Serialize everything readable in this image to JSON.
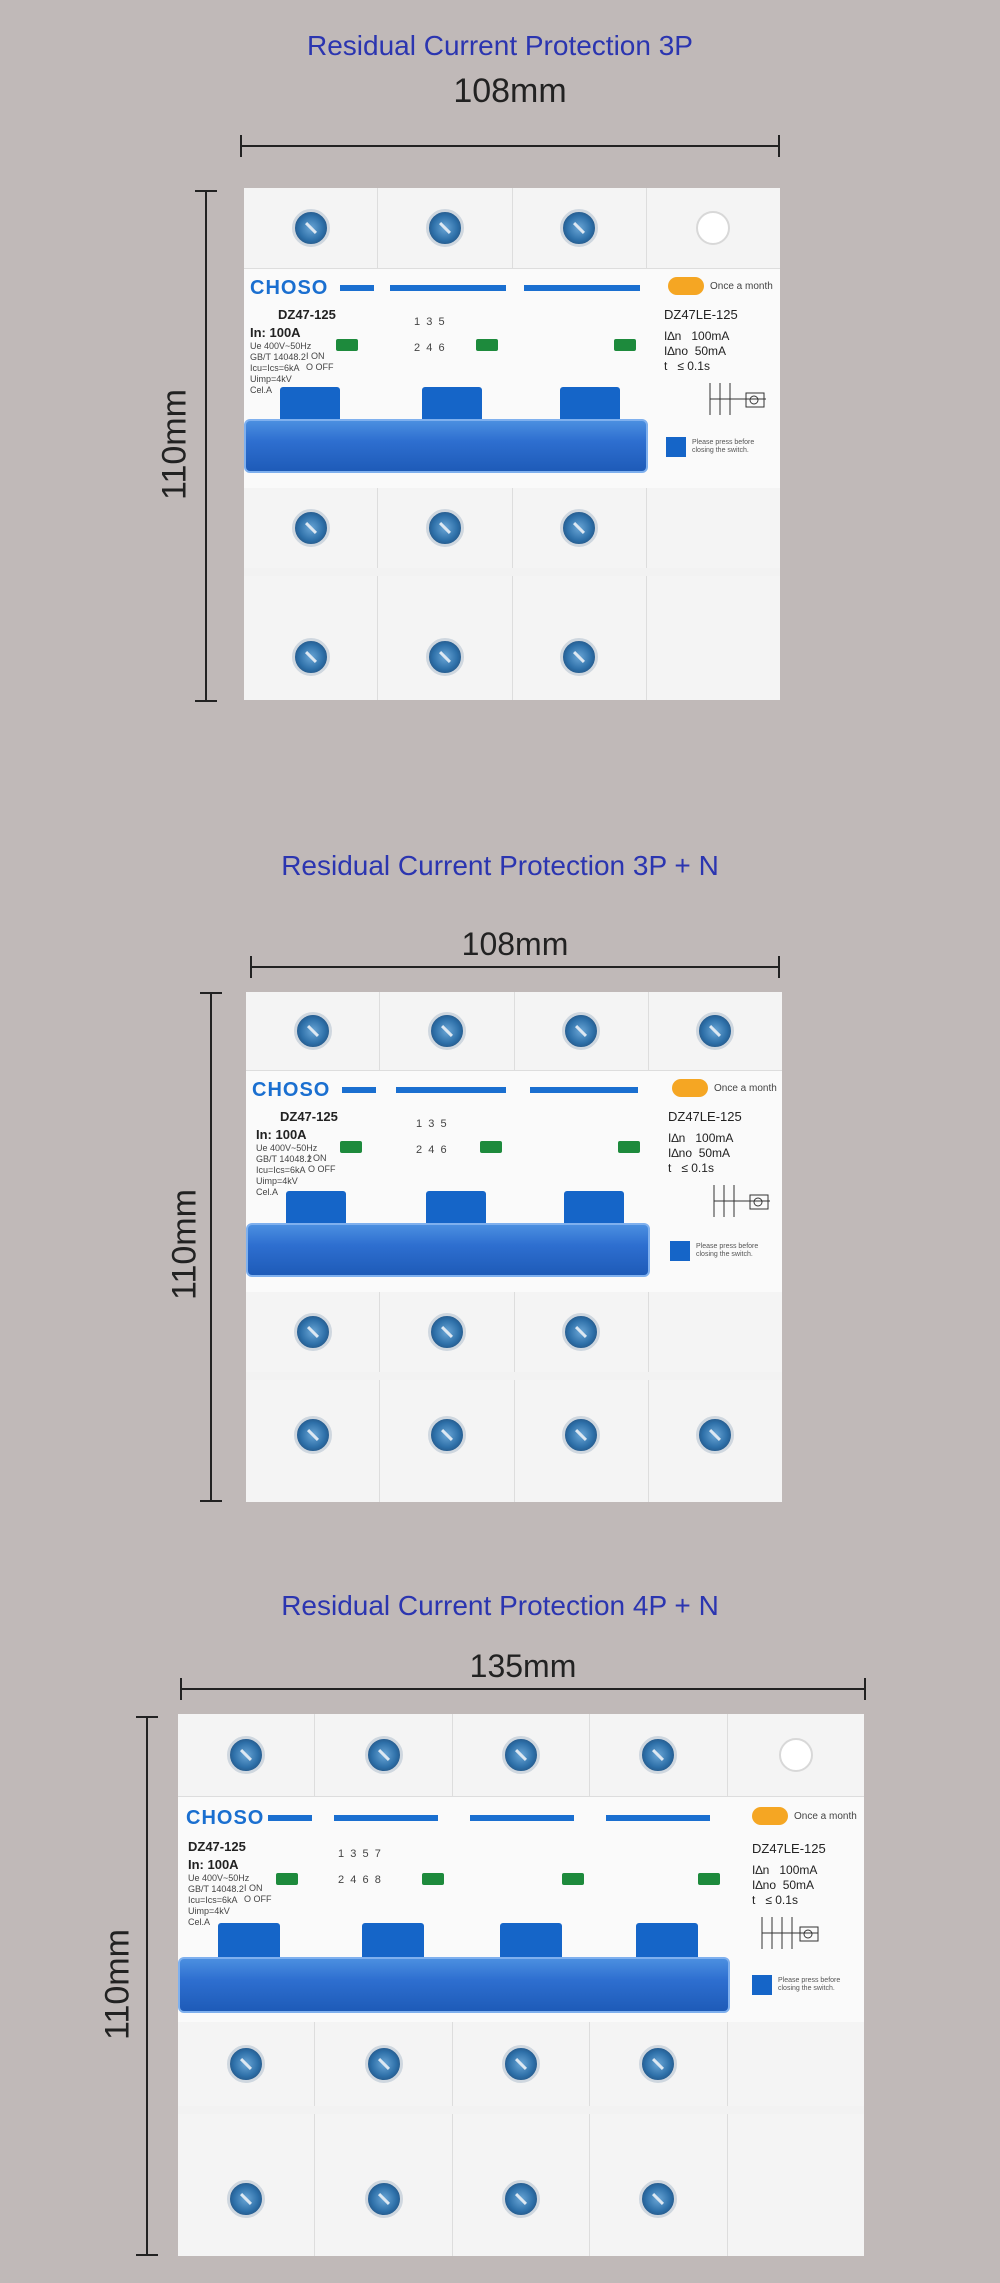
{
  "sections": [
    {
      "title": "Residual Current Protection 3P",
      "width_label": "108mm",
      "height_label": "110mm",
      "face": {
        "brand": "CHOSO",
        "model": "DZ47-125",
        "rating": "In: 100A",
        "specs": "Ue 400V~50Hz\nGB/T 14048.2\nIcu=Ics=6kA\nUimp=4kV\nCel.A",
        "terminals": "1  3  5\n2  4  6",
        "on_off": "I ON\nO OFF",
        "rcd_model": "DZ47LE-125",
        "rcd_specs": "I∆n   100mA\nI∆no  50mA\nt   ≤ 0.1s",
        "once": "Once a month",
        "press": "Please press before\nclosing the switch."
      }
    },
    {
      "title": "Residual Current Protection 3P + N",
      "width_label": "108mm",
      "height_label": "110mm",
      "face": {
        "brand": "CHOSO",
        "model": "DZ47-125",
        "rating": "In: 100A",
        "specs": "Ue 400V~50Hz\nGB/T 14048.2\nIcu=Ics=6kA\nUimp=4kV\nCel.A",
        "terminals": "1  3  5\n2  4  6",
        "on_off": "I ON\nO OFF",
        "rcd_model": "DZ47LE-125",
        "rcd_specs": "I∆n   100mA\nI∆no  50mA\nt   ≤ 0.1s",
        "once": "Once a month",
        "press": "Please press before\nclosing the switch."
      }
    },
    {
      "title": "Residual Current Protection 4P + N",
      "width_label": "135mm",
      "height_label": "110mm",
      "face": {
        "brand": "CHOSO",
        "model": "DZ47-125",
        "rating": "In: 100A",
        "specs": "Ue 400V~50Hz\nGB/T 14048.2\nIcu=Ics=6kA\nUimp=4kV\nCel.A",
        "terminals": "1  3  5  7\n2  4  6  8",
        "on_off": "I ON\nO OFF",
        "rcd_model": "DZ47LE-125",
        "rcd_specs": "I∆n   100mA\nI∆no  50mA\nt   ≤ 0.1s",
        "once": "Once a month",
        "press": "Please press before\nclosing the switch."
      }
    }
  ]
}
